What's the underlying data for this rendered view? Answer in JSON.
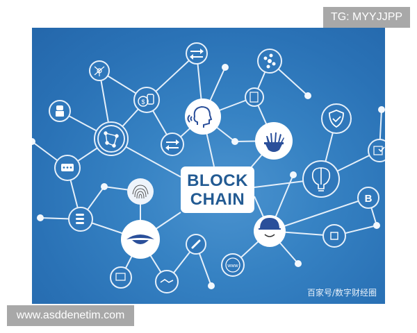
{
  "watermark_top": {
    "text": "TG: MYYJJPP"
  },
  "watermark_bottom": {
    "text": "www.asddenetim.com"
  },
  "diagram": {
    "title_line1": "BLOCK",
    "title_line2": "CHAIN",
    "credit": "百家号/数字财经圈",
    "colors": {
      "background_dark": "#2467ab",
      "background_light": "#4b93cf",
      "line": "#e6f0fa",
      "title_text": "#235b93",
      "icon_fill": "#2a4f9a"
    },
    "nodes": [
      {
        "id": "head",
        "icon": "speaking-head-icon",
        "style": "filled"
      },
      {
        "id": "hand",
        "icon": "hand-icon",
        "style": "filled"
      },
      {
        "id": "eye",
        "icon": "eye-icon",
        "style": "filled"
      },
      {
        "id": "face",
        "icon": "face-icon",
        "style": "filled"
      },
      {
        "id": "brain",
        "icon": "brain-bulb-icon",
        "style": "outline"
      },
      {
        "id": "globe-network",
        "icon": "globe-network-icon",
        "style": "outline"
      },
      {
        "id": "fingerprint",
        "icon": "fingerprint-icon",
        "style": "filled-light"
      },
      {
        "id": "coins",
        "icon": "coins-dollar-icon",
        "style": "outline"
      },
      {
        "id": "data-top",
        "icon": "data-transfer-icon",
        "style": "outline"
      },
      {
        "id": "data-low",
        "icon": "data-transfer-icon",
        "style": "outline"
      },
      {
        "id": "network",
        "icon": "network-hub-icon",
        "style": "outline"
      },
      {
        "id": "molecule",
        "icon": "molecule-icon",
        "style": "outline"
      },
      {
        "id": "document",
        "icon": "documents-icon",
        "style": "outline"
      },
      {
        "id": "shield",
        "icon": "shield-check-icon",
        "style": "outline"
      },
      {
        "id": "doc-check",
        "icon": "document-check-icon",
        "style": "outline"
      },
      {
        "id": "robot",
        "icon": "robot-icon",
        "style": "outline"
      },
      {
        "id": "chat",
        "icon": "chat-bubble-icon",
        "style": "outline"
      },
      {
        "id": "sequence",
        "icon": "sequence-flow-icon",
        "style": "outline"
      },
      {
        "id": "bitcoin",
        "icon": "bitcoin-icon",
        "style": "outline"
      },
      {
        "id": "chip",
        "icon": "cpu-chip-icon",
        "style": "outline"
      },
      {
        "id": "www",
        "icon": "www-globe-icon",
        "style": "outline"
      },
      {
        "id": "chart",
        "icon": "presentation-chart-icon",
        "style": "outline"
      },
      {
        "id": "handshake",
        "icon": "handshake-icon",
        "style": "outline"
      },
      {
        "id": "link",
        "icon": "chain-link-icon",
        "style": "outline"
      }
    ]
  }
}
